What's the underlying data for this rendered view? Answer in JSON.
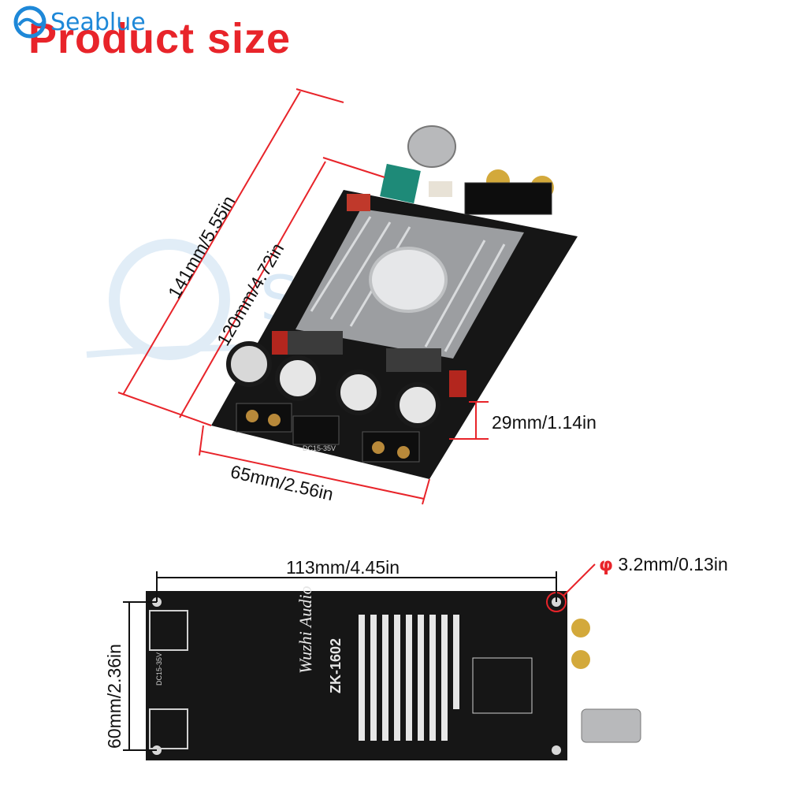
{
  "brand": {
    "name": "Seablue",
    "accent": "#1e88d8"
  },
  "title": {
    "text": "Product size",
    "color": "#e8242a"
  },
  "top_view": {
    "length_total": "141mm/5.55in",
    "length_board": "120mm/4.72in",
    "height": "29mm/1.14in",
    "width": "65mm/2.56in",
    "silkscreen_power": "DC15-35V"
  },
  "bottom_view": {
    "hole_spacing_length": "113mm/4.45in",
    "hole_spacing_width": "60mm/2.36in",
    "hole_symbol": "φ",
    "hole_diameter": "3.2mm/0.13in",
    "model": "ZK-1602",
    "logo": "Wuzhi Audio",
    "silkscreen_power": "DC15-35V"
  },
  "colors": {
    "dimension_line": "#e8242a",
    "pcb": "#161616"
  }
}
